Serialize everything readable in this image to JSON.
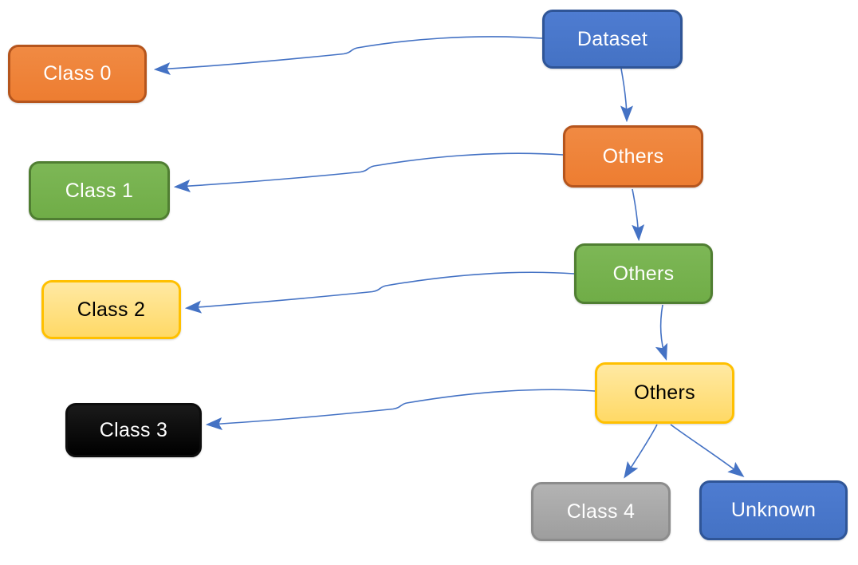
{
  "background_color": "#FFFFFF",
  "diagram": {
    "type": "flowchart",
    "arrow_color": "#4472C4",
    "nodes": [
      {
        "id": "dataset",
        "label": "Dataset",
        "fill_top": "#4E7CD1",
        "fill_bottom": "#4472C4",
        "border": "#2F5597",
        "text": "#FFFFFF"
      },
      {
        "id": "class-0",
        "label": "Class 0",
        "fill_top": "#F08A43",
        "fill_bottom": "#ED7D31",
        "border": "#B5551D",
        "text": "#FFFFFF"
      },
      {
        "id": "others-1",
        "label": "Others",
        "fill_top": "#F08A43",
        "fill_bottom": "#ED7D31",
        "border": "#B5551D",
        "text": "#FFFFFF"
      },
      {
        "id": "class-1",
        "label": "Class 1",
        "fill_top": "#7DB756",
        "fill_bottom": "#70AD47",
        "border": "#507E32",
        "text": "#FFFFFF"
      },
      {
        "id": "others-2",
        "label": "Others",
        "fill_top": "#7DB756",
        "fill_bottom": "#70AD47",
        "border": "#507E32",
        "text": "#FFFFFF"
      },
      {
        "id": "class-2",
        "label": "Class 2",
        "fill_top": "#FFE9A3",
        "fill_bottom": "#FFD966",
        "border": "#FFC000",
        "text": "#000000"
      },
      {
        "id": "others-3",
        "label": "Others",
        "fill_top": "#FFE9A3",
        "fill_bottom": "#FFD966",
        "border": "#FFC000",
        "text": "#000000"
      },
      {
        "id": "class-3",
        "label": "Class 3",
        "fill_top": "#1A1A1A",
        "fill_bottom": "#000000",
        "border": "#0D0D0D",
        "text": "#FFFFFF"
      },
      {
        "id": "class-4",
        "label": "Class 4",
        "fill_top": "#B3B3B3",
        "fill_bottom": "#9E9E9E",
        "border": "#8C8C8C",
        "text": "#FFFFFF"
      },
      {
        "id": "unknown",
        "label": "Unknown",
        "fill_top": "#4E7CD1",
        "fill_bottom": "#4472C4",
        "border": "#2F5597",
        "text": "#FFFFFF"
      }
    ],
    "edges": [
      {
        "from": "dataset",
        "to": "class-0"
      },
      {
        "from": "dataset",
        "to": "others-1"
      },
      {
        "from": "others-1",
        "to": "class-1"
      },
      {
        "from": "others-1",
        "to": "others-2"
      },
      {
        "from": "others-2",
        "to": "class-2"
      },
      {
        "from": "others-2",
        "to": "others-3"
      },
      {
        "from": "others-3",
        "to": "class-3"
      },
      {
        "from": "others-3",
        "to": "class-4"
      },
      {
        "from": "others-3",
        "to": "unknown"
      }
    ]
  }
}
